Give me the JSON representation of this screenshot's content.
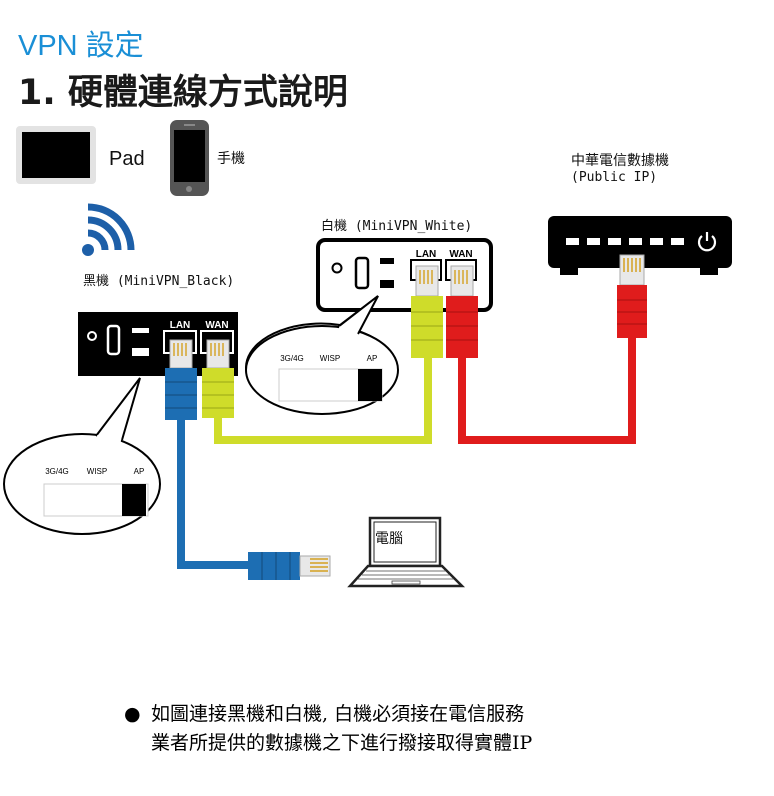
{
  "heading": "VPN 設定",
  "subtitle": "1. 硬體連線方式說明",
  "devices": {
    "pad": "Pad",
    "phone": "手機",
    "modem_name": "中華電信數據機",
    "modem_sub": "(Public IP)",
    "white_router": "白機 (MiniVPN_White)",
    "black_router": "黑機 (MiniVPN_Black)",
    "computer": "電腦"
  },
  "ports": {
    "lan": "LAN",
    "wan": "WAN"
  },
  "mode_switch": {
    "opt1": "3G/4G",
    "opt2": "WISP",
    "opt3": "AP"
  },
  "note": {
    "bullet": "●",
    "line1": "如圖連接黑機和白機, 白機必須接在電信服務",
    "line2": "業者所提供的數據機之下進行撥接取得實體IP"
  },
  "colors": {
    "heading": "#1a8fd6",
    "cable_blue": "#1d6eb3",
    "cable_yellow": "#cfdc2a",
    "cable_red": "#e01c1c",
    "device_body": "#000000"
  }
}
